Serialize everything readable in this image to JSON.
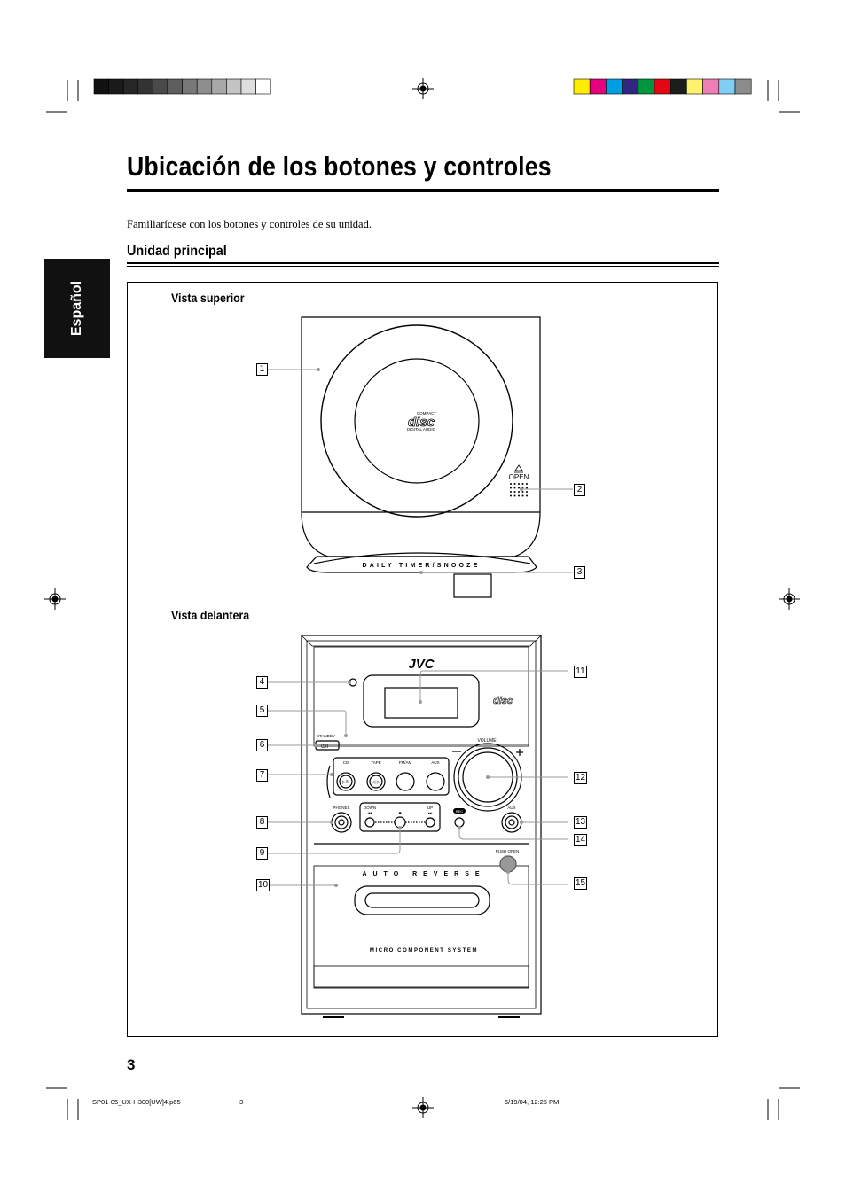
{
  "page": {
    "title": "Ubicación de los botones y controles",
    "intro": "Familiarícese con los botones y controles de su unidad.",
    "section_title": "Unidad principal",
    "language_tab": "Español",
    "page_number": "3"
  },
  "top_view": {
    "label": "Vista superior",
    "logo_top": "COMPACT",
    "logo_mid": "disc",
    "logo_bottom": "DIGITAL AUDIO",
    "open_label": "OPEN",
    "front_strip": "DAILY TIMER/SNOOZE",
    "callouts": [
      "1",
      "2",
      "3"
    ]
  },
  "front_view": {
    "label": "Vista delantera",
    "brand": "JVC",
    "standby": "STANDBY",
    "power_symbol": "⏻/I",
    "volume": "VOLUME",
    "source_buttons": [
      "CD",
      "TAPE",
      "FM/AM",
      "AUX"
    ],
    "phones": "PHONES",
    "down": "DOWN",
    "up": "UP",
    "rec": "REC",
    "aux": "AUX",
    "push_open": "PUSH OPEN",
    "auto_reverse": "AUTO REVERSE",
    "micro_system": "MICRO COMPONENT SYSTEM",
    "callouts": [
      "4",
      "5",
      "6",
      "7",
      "8",
      "9",
      "10",
      "11",
      "12",
      "13",
      "14",
      "15"
    ]
  },
  "footer": {
    "file": "SP01-05_UX-H300[UW]4.p65",
    "page": "3",
    "date": "5/19/04, 12:25 PM"
  },
  "colors": {
    "grayscale_bar": [
      "#111111",
      "#1a1a1a",
      "#262626",
      "#333333",
      "#4a4a4a",
      "#5e5e5e",
      "#787878",
      "#8e8e8e",
      "#a8a8a8",
      "#c4c4c4",
      "#dedede",
      "#ffffff"
    ],
    "color_bar": [
      "#ffed00",
      "#e6007e",
      "#009fe3",
      "#312783",
      "#009640",
      "#e30613",
      "#1d1d1b",
      "#fff36d",
      "#ee7fb5",
      "#7fcff3",
      "#8c8c8c"
    ]
  }
}
